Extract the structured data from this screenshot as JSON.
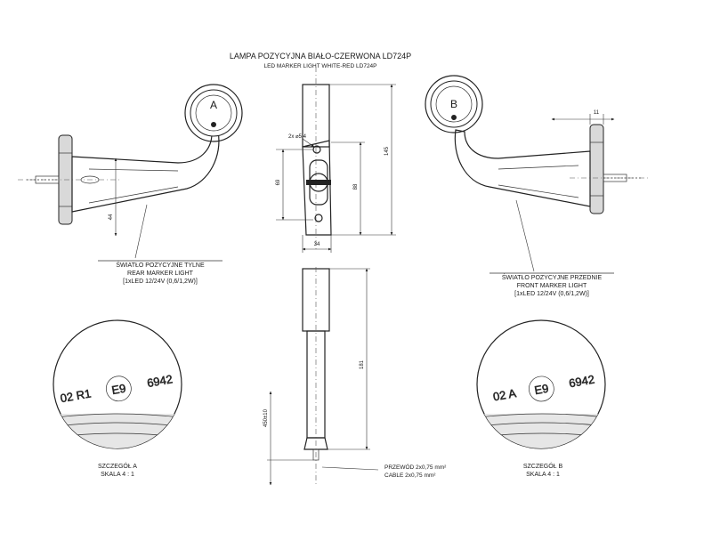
{
  "title": {
    "main": "LAMPA POZYCYJNA BIAŁO-CZERWONA LD724P",
    "sub": "LED MARKER LIGHT WHITE-RED LD724P"
  },
  "rear_view": {
    "letter": "A",
    "dimension": "44",
    "caption": [
      "ŚWIATŁO POZYCYJNE TYLNE",
      "REAR MARKER LIGHT",
      "[1xLED 12/24V (0,6/1,2W)]"
    ]
  },
  "front_view": {
    "letter": "B",
    "dimension": "11",
    "caption": [
      "ŚWIATŁO POZYCYJNE PRZEDNIE",
      "FRONT MARKER LIGHT",
      "[1xLED 12/24V (0,6/1,2W)]"
    ]
  },
  "center_view": {
    "dimensions": {
      "hole": "2x ⌀5,4",
      "mount_outer": "69",
      "mount_inner": "88",
      "total_height": "145",
      "width": "34",
      "stem_length": "181",
      "cable_length": "450±10"
    },
    "cable_label": [
      "PRZEWÓD 2x0,75 mm²",
      "CABLE 2x0,75 mm²"
    ]
  },
  "detail_a": {
    "marking": [
      "02 R1",
      "E9",
      "6942"
    ],
    "caption": [
      "SZCZEGÓŁ A",
      "SKALA 4 : 1"
    ]
  },
  "detail_b": {
    "marking": [
      "02 A",
      "E9",
      "6942"
    ],
    "caption": [
      "SZCZEGÓŁ B",
      "SKALA 4 : 1"
    ]
  }
}
